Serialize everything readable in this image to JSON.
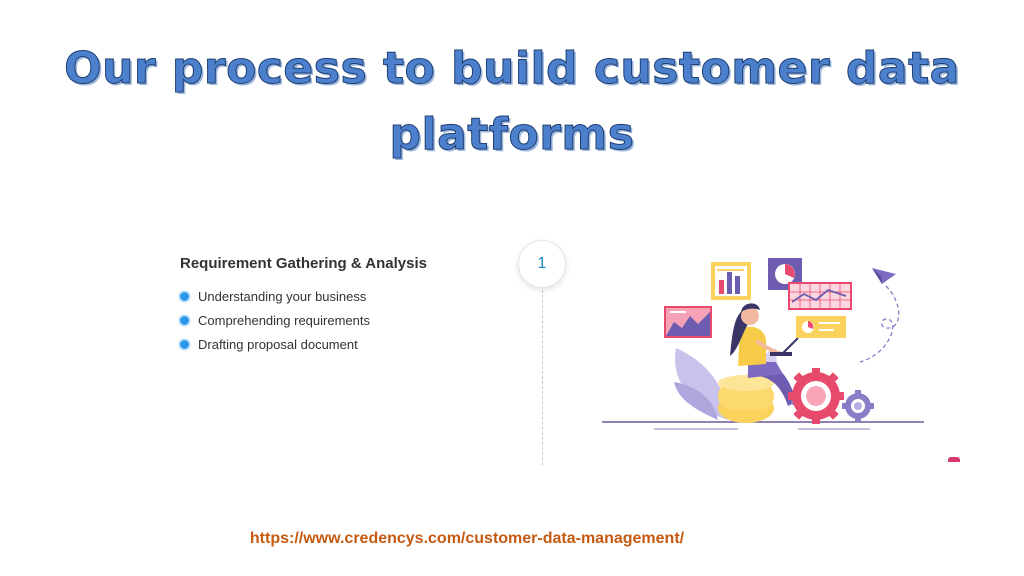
{
  "slide": {
    "title": "Our process to build customer data platforms"
  },
  "step": {
    "number": "1",
    "heading": "Requirement Gathering & Analysis",
    "bullets": [
      "Understanding your business",
      "Comprehending requirements",
      "Drafting proposal document"
    ]
  },
  "footer": {
    "url": "https://www.credencys.com/customer-data-management/"
  },
  "colors": {
    "title": "#4c80cc",
    "bullet": "#2b98e8",
    "link": "#c55a11",
    "accent": "#d6386a"
  }
}
